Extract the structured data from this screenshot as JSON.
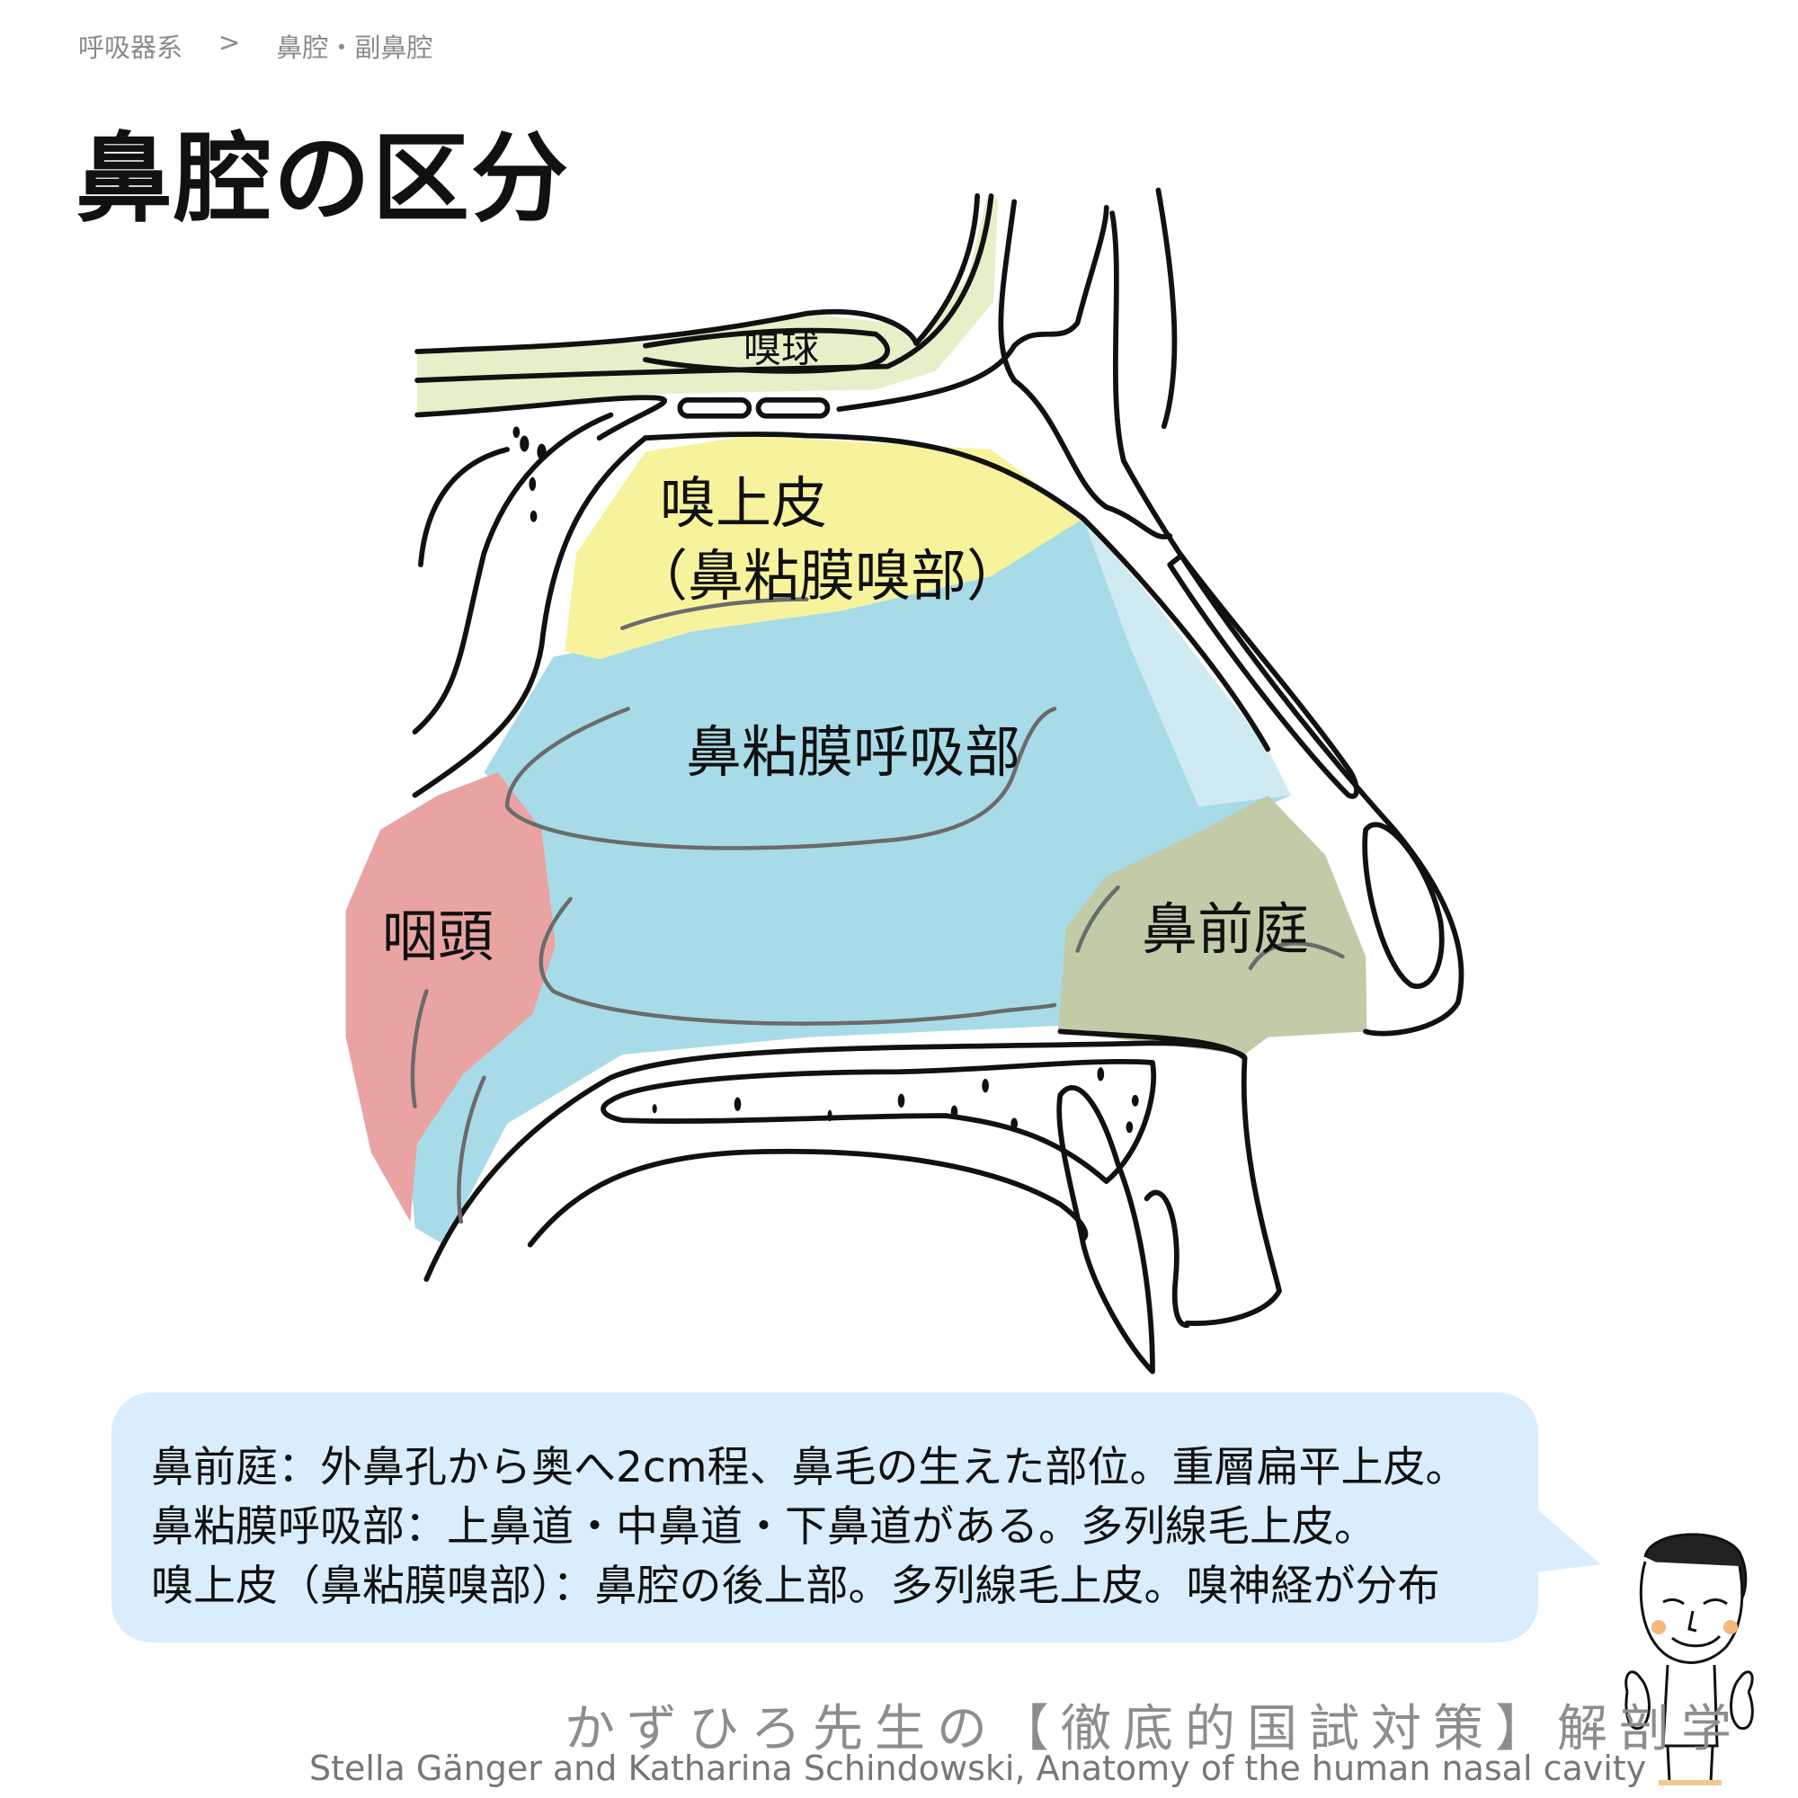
{
  "breadcrumb": {
    "items": [
      "呼吸器系",
      ">",
      "鼻腔・副鼻腔"
    ]
  },
  "page_title": "鼻腔の区分",
  "diagram": {
    "labels": {
      "olfactory_bulb": "嗅球",
      "olfactory_epithelium": "嗅上皮",
      "olfactory_epithelium_sub": "（鼻粘膜嗅部）",
      "respiratory_mucosa": "鼻粘膜呼吸部",
      "pharynx": "咽頭",
      "nasal_vestibule": "鼻前庭"
    },
    "colors": {
      "olfactory": "#f6f39c",
      "respiratory": "#a8dbe8",
      "pharynx": "#eaa3a3",
      "vestibule": "#c2cba7",
      "bone": "#e6f0c8"
    }
  },
  "bubble": {
    "lines": [
      "鼻前庭：外鼻孔から奥へ2cm程、鼻毛の生えた部位。重層扁平上皮。",
      "鼻粘膜呼吸部：上鼻道・中鼻道・下鼻道がある。多列線毛上皮。",
      "嗅上皮（鼻粘膜嗅部）：鼻腔の後上部。多列線毛上皮。嗅神経が分布"
    ]
  },
  "footer": {
    "title": "かずひろ先生の【徹底的国試対策】解剖学",
    "citation": "Stella Gänger and Katharina Schindowski, Anatomy of the human nasal cavity"
  }
}
